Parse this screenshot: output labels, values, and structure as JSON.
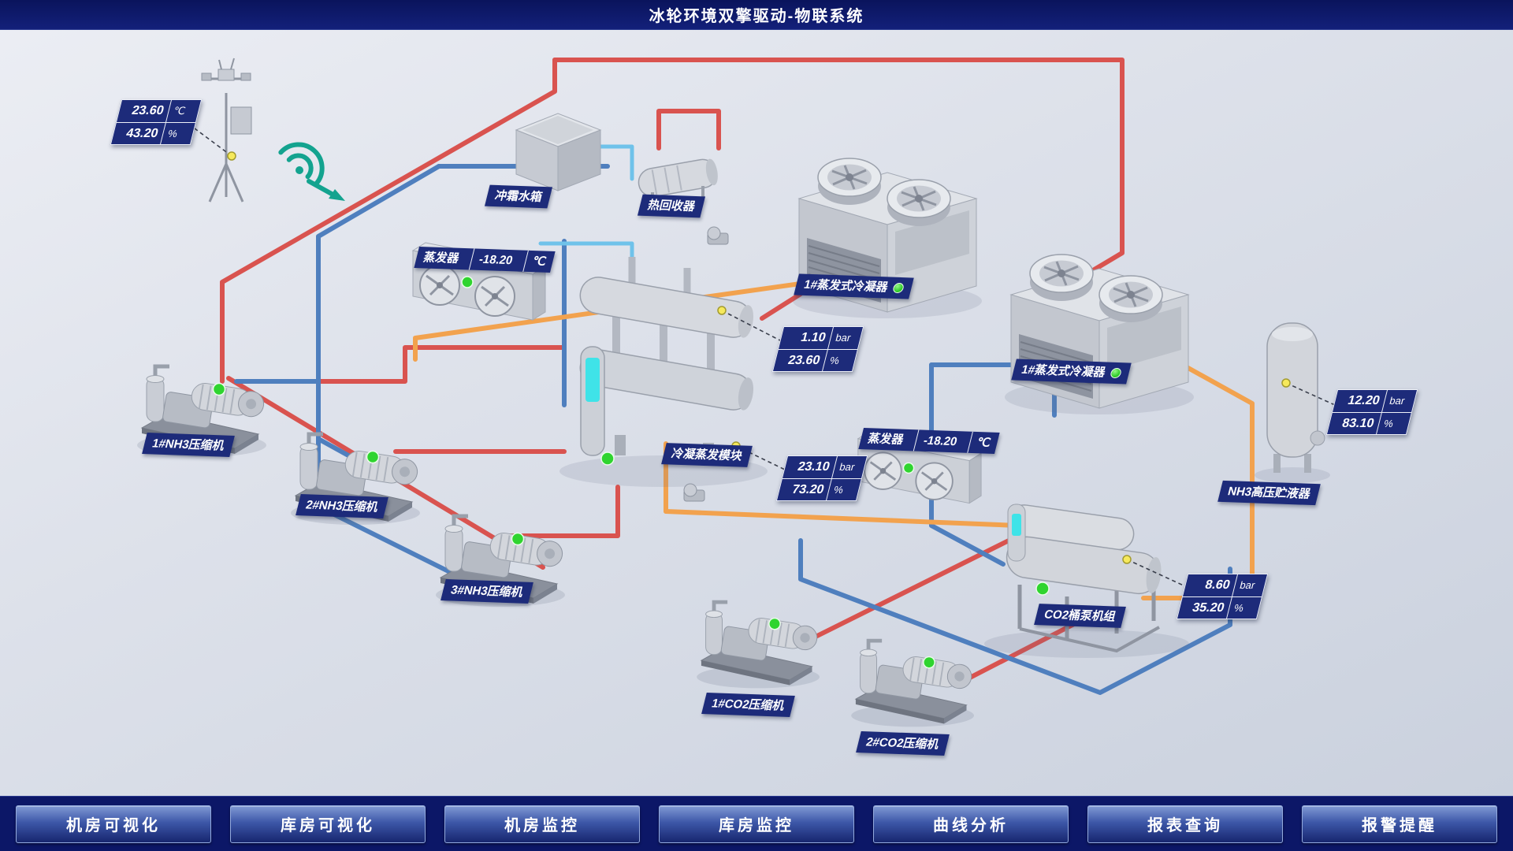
{
  "header": {
    "title": "冰轮环境双擎驱动-物联系统"
  },
  "weather_station": {
    "rows": [
      {
        "value": "23.60",
        "unit": "℃"
      },
      {
        "value": "43.20",
        "unit": "%"
      }
    ]
  },
  "equipment": {
    "frost_tank": {
      "label": "冲霜水箱"
    },
    "heat_recovery": {
      "label": "热回收器"
    },
    "evaporator_left": {
      "label": "蒸发器",
      "value": "-18.20",
      "unit": "℃"
    },
    "evaporator_right": {
      "label": "蒸发器",
      "value": "-18.20",
      "unit": "℃"
    },
    "evap_condenser_1": {
      "label": "1#蒸发式冷凝器",
      "status": "running"
    },
    "evap_condenser_2": {
      "label": "1#蒸发式冷凝器",
      "status": "running"
    },
    "cond_evap_module": {
      "label": "冷凝蒸发模块"
    },
    "nh3_receiver": {
      "label": "NH3高压贮液器"
    },
    "co2_pump_unit": {
      "label": "CO2桶泵机组"
    },
    "nh3_compressor_1": {
      "label": "1#NH3压缩机"
    },
    "nh3_compressor_2": {
      "label": "2#NH3压缩机"
    },
    "nh3_compressor_3": {
      "label": "3#NH3压缩机"
    },
    "co2_compressor_1": {
      "label": "1#CO2压缩机"
    },
    "co2_compressor_2": {
      "label": "2#CO2压缩机"
    }
  },
  "gauges": {
    "module_top": {
      "rows": [
        {
          "value": "1.10",
          "unit": "bar"
        },
        {
          "value": "23.60",
          "unit": "%"
        }
      ]
    },
    "module_bottom": {
      "rows": [
        {
          "value": "23.10",
          "unit": "bar"
        },
        {
          "value": "73.20",
          "unit": "%"
        }
      ]
    },
    "nh3_receiver": {
      "rows": [
        {
          "value": "12.20",
          "unit": "bar"
        },
        {
          "value": "83.10",
          "unit": "%"
        }
      ]
    },
    "co2_pump_unit": {
      "rows": [
        {
          "value": "8.60",
          "unit": "bar"
        },
        {
          "value": "35.20",
          "unit": "%"
        }
      ]
    }
  },
  "nav": {
    "items": [
      {
        "label": "机房可视化"
      },
      {
        "label": "库房可视化"
      },
      {
        "label": "机房监控"
      },
      {
        "label": "库房监控"
      },
      {
        "label": "曲线分析"
      },
      {
        "label": "报表查询"
      },
      {
        "label": "报警提醒"
      }
    ]
  },
  "icons": {
    "wifi_icon": "teal signal arcs with arrow",
    "status_dot": "green circle = running",
    "marker_dot": "yellow measurement point"
  },
  "colors": {
    "pipe_red": "#d9534f",
    "pipe_blue": "#4f7fbe",
    "pipe_orange": "#f2a24e",
    "pipe_lightblue": "#6fc2ea",
    "status_green": "#2fd42f",
    "plate_navy": "#1d2b7a"
  }
}
